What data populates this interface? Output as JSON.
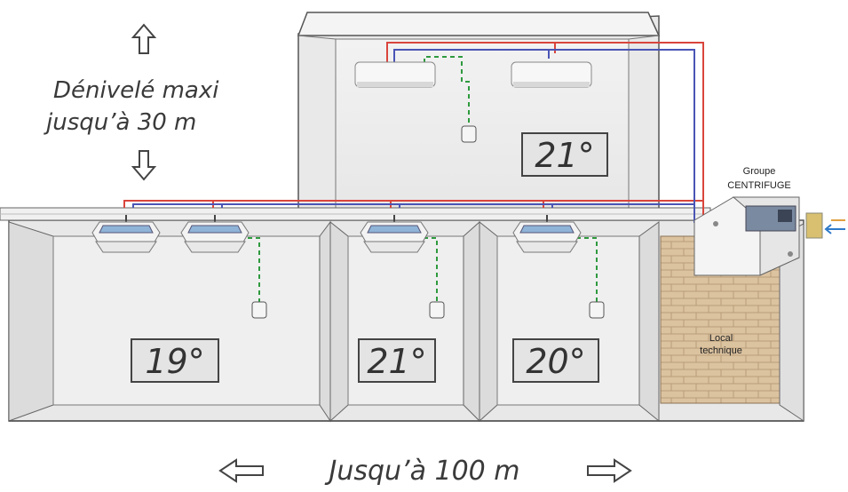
{
  "labels": {
    "height_line1": "Dénivelé maxi",
    "height_line2": "jusqu’à 30 m",
    "length": "Jusqu’à 100 m",
    "groupe_line1": "Groupe",
    "groupe_line2": "CENTRIFUGE",
    "local_line1": "Local",
    "local_line2": "technique"
  },
  "temperatures": {
    "upper_room": "21°",
    "room_left": "19°",
    "room_middle": "21°",
    "room_right": "20°"
  },
  "colors": {
    "pipe_hot": "#d9453c",
    "pipe_cold": "#4a55b5",
    "control_wire": "#2e9a3e",
    "wall": "#ededed",
    "brick": "#dcc3a0"
  }
}
